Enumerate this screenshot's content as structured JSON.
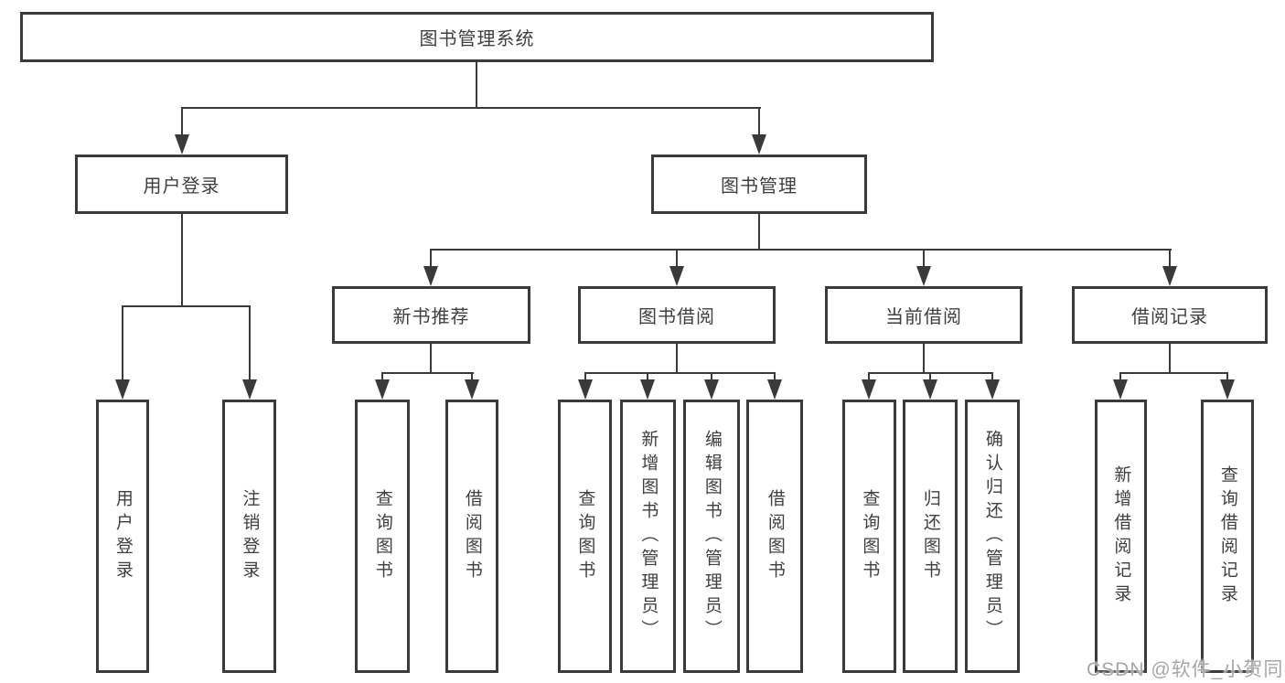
{
  "tree": {
    "root": {
      "label": "图书管理系统"
    },
    "branches": [
      {
        "label": "用户登录",
        "children": [
          "用户登录",
          "注销登录"
        ]
      },
      {
        "label": "图书管理",
        "groups": [
          {
            "label": "新书推荐",
            "children": [
              "查询图书",
              "借阅图书"
            ]
          },
          {
            "label": "图书借阅",
            "children": [
              "查询图书",
              "新增图书（管理员）",
              "编辑图书（管理员）",
              "借阅图书"
            ]
          },
          {
            "label": "当前借阅",
            "children": [
              "查询图书",
              "归还图书",
              "确认归还（管理员）"
            ]
          },
          {
            "label": "借阅记录",
            "children": [
              "新增借阅记录",
              "查询借阅记录"
            ]
          }
        ]
      }
    ]
  },
  "watermark": "CSDN @软件_小贺同学",
  "colors": {
    "line": "#3a3a3a",
    "text": "#3f3f3f",
    "watermark": "#a6a6a6",
    "background": "#ffffff"
  }
}
